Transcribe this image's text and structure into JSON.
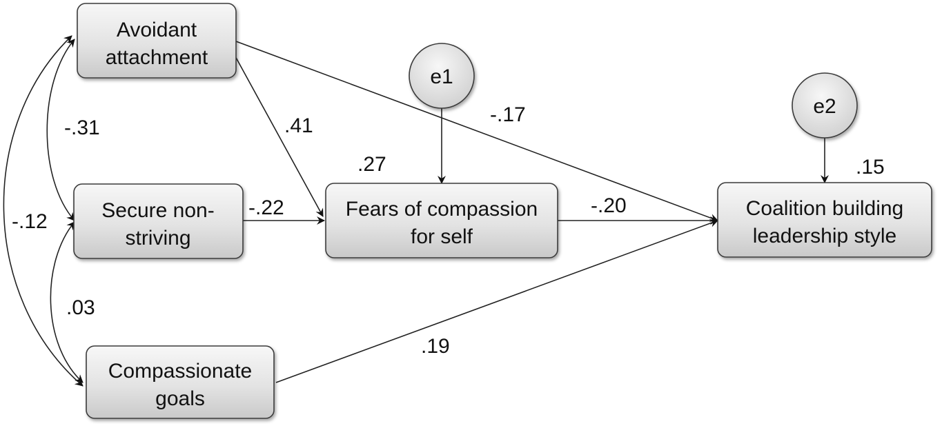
{
  "nodes": {
    "avoidant": [
      "Avoidant",
      "attachment"
    ],
    "secure": [
      "Secure non-",
      "striving"
    ],
    "compassionate": [
      "Compassionate",
      "goals"
    ],
    "fears": [
      "Fears of compassion",
      "for self"
    ],
    "coalition": [
      "Coalition building",
      "leadership style"
    ],
    "e1": "e1",
    "e2": "e2"
  },
  "coefficients": {
    "avoidant_secure": "-.31",
    "avoidant_compassionate": "-.12",
    "secure_compassionate": ".03",
    "avoidant_fears": ".41",
    "secure_fears": "-.22",
    "avoidant_coalition": "-.17",
    "fears_coalition": "-.20",
    "compassionate_coalition": ".19",
    "fears_r2": ".27",
    "coalition_r2": ".15"
  }
}
